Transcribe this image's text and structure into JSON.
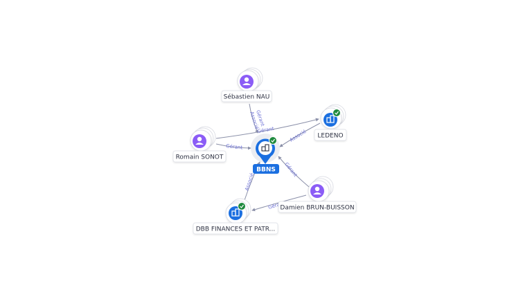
{
  "graph": {
    "center": {
      "id": "bbns",
      "label": "BBNS",
      "type": "company",
      "verified": true
    },
    "nodes": [
      {
        "id": "sebastien",
        "label": "Sébastien NAU",
        "type": "person"
      },
      {
        "id": "romain",
        "label": "Romain SONOT",
        "type": "person"
      },
      {
        "id": "damien",
        "label": "Damien BRUN-BUISSON",
        "type": "person"
      },
      {
        "id": "ledeno",
        "label": "LEDENO",
        "type": "company",
        "verified": true
      },
      {
        "id": "dbb",
        "label": "DBB FINANCES ET PATR...",
        "type": "company",
        "verified": true
      }
    ],
    "edges": [
      {
        "from": "sebastien",
        "to": "bbns",
        "labels": [
          "Gérant",
          "Associé"
        ]
      },
      {
        "from": "romain",
        "to": "bbns",
        "labels": [
          "Gérant"
        ]
      },
      {
        "from": "romain",
        "to": "ledeno",
        "labels": [
          "Gérant"
        ]
      },
      {
        "from": "ledeno",
        "to": "bbns",
        "labels": [
          "Associé"
        ]
      },
      {
        "from": "damien",
        "to": "bbns",
        "labels": [
          "Gérant"
        ]
      },
      {
        "from": "damien",
        "to": "dbb",
        "labels": [
          "Gérant"
        ]
      },
      {
        "from": "dbb",
        "to": "bbns",
        "labels": [
          "Associé"
        ]
      }
    ]
  },
  "colors": {
    "person": "#8b5cf6",
    "company": "#1b6fe0",
    "verified": "#1f8a3e",
    "edge": "#8a8fa8",
    "edge_label": "#6f73d6"
  },
  "icons": {
    "person": "user-icon",
    "company": "building-icon",
    "verified": "check-icon"
  }
}
